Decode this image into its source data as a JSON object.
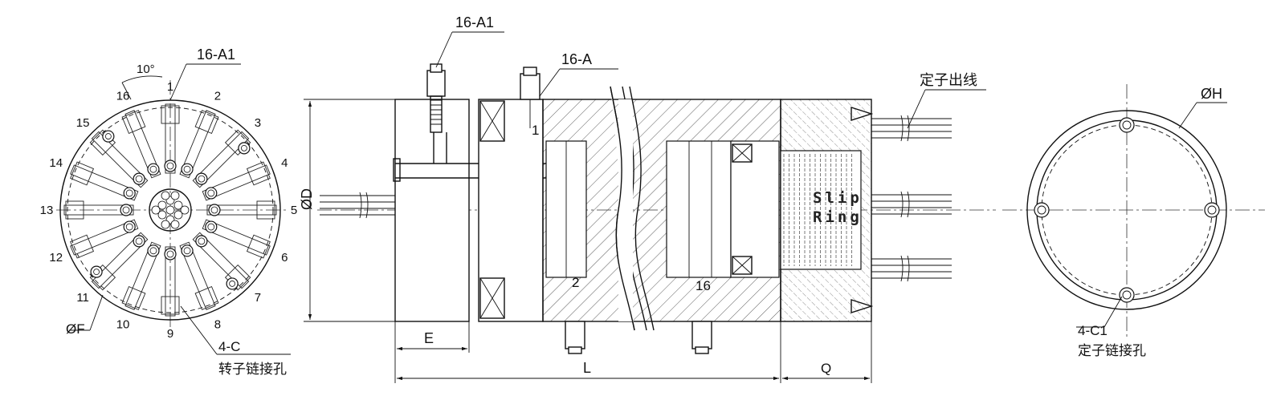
{
  "left_view": {
    "label_16A1": "16-A1",
    "angle": "10°",
    "channel_numbers": [
      "1",
      "2",
      "3",
      "4",
      "5",
      "6",
      "7",
      "8",
      "9",
      "10",
      "11",
      "12",
      "13",
      "14",
      "15",
      "16"
    ],
    "label_phiF": "ØF",
    "label_4C": "4-C",
    "label_rotor_holes": "转子链接孔"
  },
  "section_view": {
    "label_16A1": "16-A1",
    "label_16A": "16-A",
    "label_phiD": "ØD",
    "label_stator_wire": "定子出线",
    "slip_ring_line1": "Slip",
    "slip_ring_line2": "Ring",
    "port_1": "1",
    "port_2": "2",
    "port_16": "16",
    "dim_E": "E",
    "dim_L": "L",
    "dim_Q": "Q"
  },
  "right_view": {
    "label_phiH": "ØH",
    "label_4C1": "4-C1",
    "label_stator_holes": "定子链接孔"
  },
  "colors": {
    "line": "#111111",
    "background": "#ffffff"
  }
}
